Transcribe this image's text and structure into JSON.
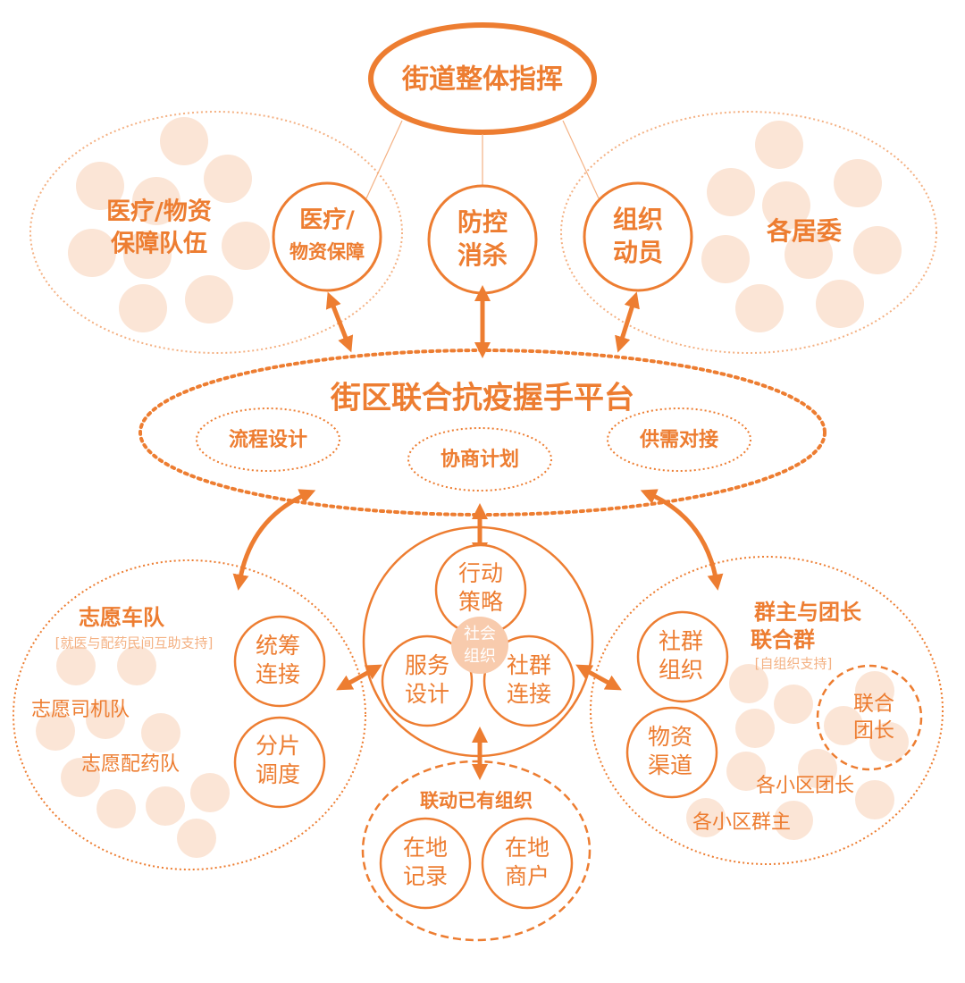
{
  "colors": {
    "accent": "#ED7D31",
    "light": "#FBE5D6",
    "line": "#F4B183"
  },
  "top": {
    "command": "街道整体指挥"
  },
  "left_group": {
    "title_1": "医疗/物资",
    "title_2": "保障队伍"
  },
  "right_group": {
    "title": "各居委"
  },
  "functions": [
    {
      "line1": "医疗/",
      "line2": "物资保障"
    },
    {
      "line1": "防控",
      "line2": "消杀"
    },
    {
      "line1": "组织",
      "line2": "动员"
    }
  ],
  "platform": {
    "title": "街区联合抗疫握手平台",
    "items": [
      "流程设计",
      "协商计划",
      "供需对接"
    ]
  },
  "center": {
    "core_1": "社会",
    "core_2": "组织",
    "petals": [
      {
        "line1": "行动",
        "line2": "策略"
      },
      {
        "line1": "服务",
        "line2": "设计"
      },
      {
        "line1": "社群",
        "line2": "连接"
      }
    ]
  },
  "volunteer": {
    "title": "志愿车队",
    "subtitle": "[就医与配药民间互助支持]",
    "teams": [
      "志愿司机队",
      "志愿配药队"
    ],
    "roles": [
      {
        "line1": "统筹",
        "line2": "连接"
      },
      {
        "line1": "分片",
        "line2": "调度"
      }
    ]
  },
  "groups": {
    "title_1": "群主与团长",
    "title_2": "联合群",
    "subtitle": "[自组织支持]",
    "roles": [
      {
        "line1": "社群",
        "line2": "组织"
      },
      {
        "line1": "物资",
        "line2": "渠道"
      }
    ],
    "joint_1": "联合",
    "joint_2": "团长",
    "members": [
      "各小区团长",
      "各小区群主"
    ]
  },
  "existing": {
    "title": "联动已有组织",
    "items": [
      {
        "line1": "在地",
        "line2": "记录"
      },
      {
        "line1": "在地",
        "line2": "商户"
      }
    ]
  }
}
